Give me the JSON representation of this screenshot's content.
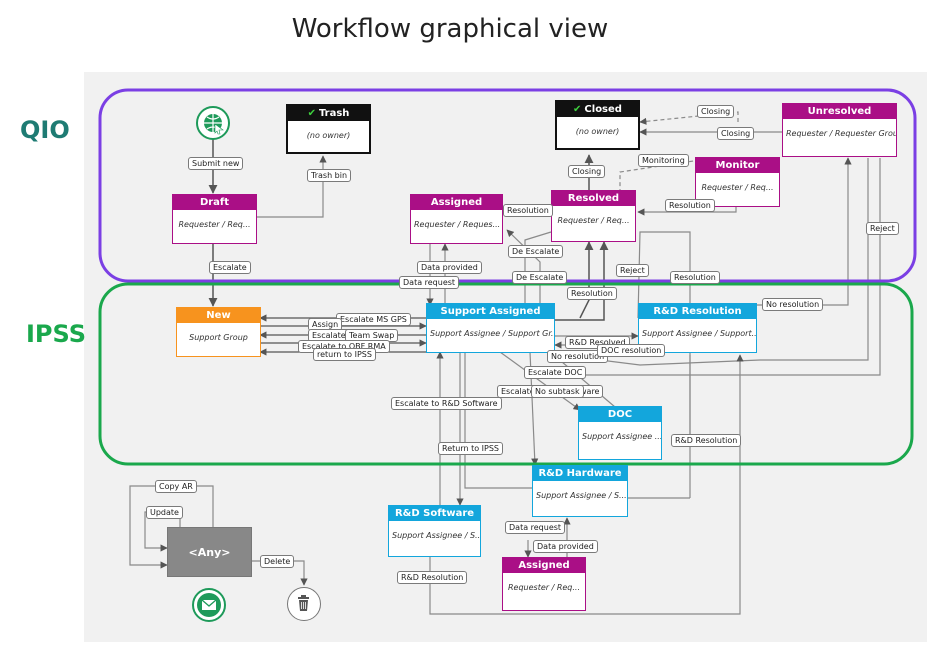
{
  "title": "Workflow graphical view",
  "zones": {
    "qio": "QIO",
    "ipss": "IPSS"
  },
  "states": {
    "trash": {
      "name": "Trash",
      "owner": "(no owner)"
    },
    "closed": {
      "name": "Closed",
      "owner": "(no owner)"
    },
    "unresolved": {
      "name": "Unresolved",
      "owner": "Requester / Requester Group"
    },
    "draft": {
      "name": "Draft",
      "owner": "Requester / Req..."
    },
    "assigned_qio": {
      "name": "Assigned",
      "owner": "Requester / Reques..."
    },
    "resolved": {
      "name": "Resolved",
      "owner": "Requester / Req..."
    },
    "monitor": {
      "name": "Monitor",
      "owner": "Requester / Req..."
    },
    "new": {
      "name": "New",
      "owner": "Support Group"
    },
    "support": {
      "name": "Support Assigned",
      "owner": "Support Assignee / Support Gr..."
    },
    "rnd_res": {
      "name": "R&D Resolution",
      "owner": "Support Assignee / Support..."
    },
    "doc": {
      "name": "DOC",
      "owner": "Support Assignee ..."
    },
    "rnd_hw": {
      "name": "R&D Hardware",
      "owner": "Support Assignee / S..."
    },
    "rnd_sw": {
      "name": "R&D Software",
      "owner": "Support Assignee / S..."
    },
    "assigned_low": {
      "name": "Assigned",
      "owner": "Requester / Req..."
    },
    "any": {
      "name": "<Any>"
    }
  },
  "transitions": {
    "submit_new": "Submit new",
    "trash_bin": "Trash bin",
    "escalate": "Escalate",
    "closing_top": "Closing",
    "closing_mid": "Closing",
    "closing_res": "Closing",
    "monitoring": "Monitoring",
    "resolution_1": "Resolution",
    "resolution_2": "Resolution",
    "resolution_3": "Resolution",
    "resolution_4": "Resolution",
    "de_escalate_1": "De Escalate",
    "de_escalate_2": "De Escalate",
    "data_provided_1": "Data provided",
    "data_request_1": "Data request",
    "reject_1": "Reject",
    "reject_2": "Reject",
    "no_resolution_1": "No resolution",
    "no_resolution_2": "No resolution",
    "escalate_ms_gps": "Escalate MS GPS",
    "assign": "Assign",
    "escalate_t": "Escalate t",
    "team_swap": "Team Swap",
    "escalate_obf": "Escalate to OBF RMA",
    "return_ipss_1": "return to IPSS",
    "rnd_resolved": "R&D Resolved",
    "doc_resolution": "DOC resolution",
    "escalate_doc": "Escalate DOC",
    "escalate_hw": "Escalate",
    "no_subtask": "No subtask",
    "ware": "ware",
    "escalate_rnd_sw": "Escalate to R&D Software",
    "return_ipss_2": "Return to IPSS",
    "rnd_resolution_1": "R&D Resolution",
    "rnd_resolution_2": "R&D Resolution",
    "data_request_2": "Data request",
    "data_provided_2": "Data provided",
    "copy_ar": "Copy AR",
    "update": "Update",
    "delete": "Delete"
  },
  "colors": {
    "qio_border": "#7b3fe4",
    "ipss_border": "#1aa84c",
    "purple_state": "#aa0f86",
    "blue_state": "#13a6dc",
    "orange_state": "#f7931e",
    "terminal_state": "#111111",
    "connector": "#777777"
  },
  "icons": [
    "globe-cursor-icon",
    "check-icon",
    "envelope-icon",
    "trash-can-icon"
  ]
}
